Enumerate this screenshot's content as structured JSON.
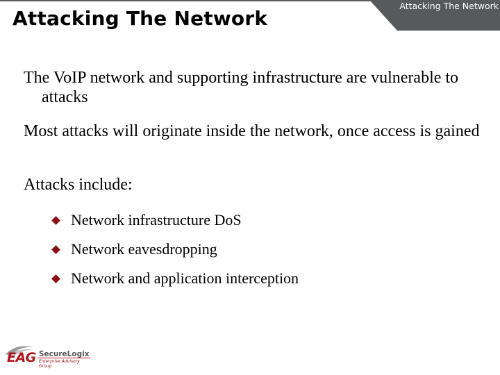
{
  "slide": {
    "title": "Attacking The Network",
    "tab_title": "Attacking The Network",
    "paragraphs": [
      "The VoIP network and supporting infrastructure are vulnerable to attacks",
      "Most attacks will originate inside the network, once access is gained",
      "Attacks include:"
    ],
    "bullets": [
      "Network infrastructure DoS",
      "Network eavesdropping",
      "Network and application interception"
    ]
  },
  "logo": {
    "mark": "EAG",
    "brand": "SecureLogix",
    "tagline": "Enterprise Advisory Group"
  },
  "colors": {
    "header_tab": "#565a5c",
    "bullet": "#8b0f14",
    "logo_red": "#b0161c"
  }
}
